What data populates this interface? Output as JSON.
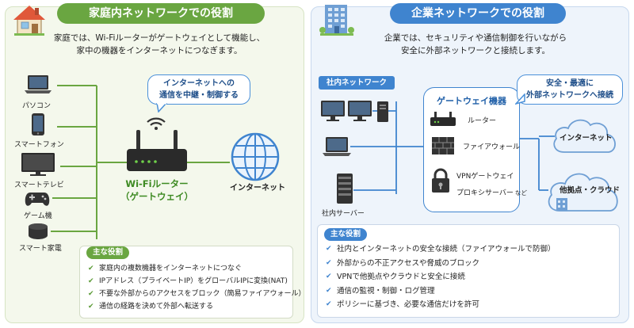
{
  "home": {
    "title": "家庭内ネットワークでの役割",
    "desc_line1": "家庭では、Wi-Fiルーターがゲートウェイとして機能し、",
    "desc_line2": "家中の機器をインターネットにつなぎます。",
    "devices": {
      "pc": "パソコン",
      "phone": "スマートフォン",
      "tv": "スマートテレビ",
      "game": "ゲーム機",
      "appliance": "スマート家電"
    },
    "bubble_line1": "インターネットへの",
    "bubble_line2": "通信を中継・制御する",
    "router_line1": "Wi-Fiルーター",
    "router_line2": "（ゲートウェイ）",
    "internet": "インターネット",
    "roles_title": "主な役割",
    "roles": [
      "家庭内の複数機器をインターネットにつなぐ",
      "IPアドレス（プライベートIP）をグローバルIPに変換(NAT)",
      "不要な外部からのアクセスをブロック（簡易ファイアウォール）",
      "通信の経路を決めて外部へ転送する"
    ]
  },
  "enterprise": {
    "title": "企業ネットワークでの役割",
    "desc_line1": "企業では、セキュリティや通信制御を行いながら",
    "desc_line2": "安全に外部ネットワークと接続します。",
    "lan_label": "社内ネットワーク",
    "server_label": "社内サーバー",
    "gateway_title": "ゲートウェイ機器",
    "router": "ルーター",
    "firewall": "ファイアウォール",
    "vpn": "VPNゲートウェイ",
    "proxy": "プロキシサーバー",
    "proxy_suffix": "など",
    "bubble_line1": "安全・最適に",
    "bubble_line2": "外部ネットワークへ接続",
    "internet": "インターネット",
    "cloud": "他拠点・クラウド",
    "roles_title": "主な役割",
    "roles": [
      "社内とインターネットの安全な接続（ファイアウォールで防御）",
      "外部からの不正アクセスや脅威のブロック",
      "VPNで他拠点やクラウドと安全に接続",
      "通信の監視・制御・ログ管理",
      "ポリシーに基づき、必要な通信だけを許可"
    ]
  },
  "colors": {
    "home_accent": "#6aa641",
    "ent_accent": "#3f84cf"
  }
}
